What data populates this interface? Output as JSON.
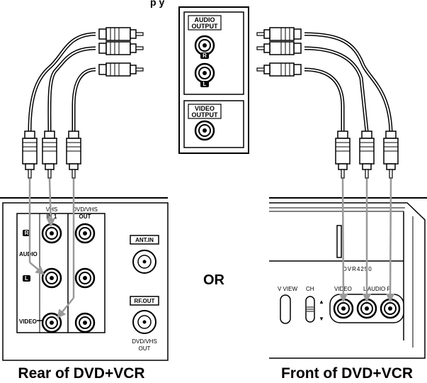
{
  "title_partial": "p                                    y",
  "output_panel": {
    "audio_label_1": "AUDIO",
    "audio_label_2": "OUTPUT",
    "right_badge": "R",
    "left_badge": "L",
    "video_label_1": "VIDEO",
    "video_label_2": "OUTPUT"
  },
  "rear_panel": {
    "vhs_in_1": "VHS",
    "vhs_in_2": "IN 1",
    "dvdvhs_out_1": "DVD/VHS",
    "dvdvhs_out_2": "OUT",
    "r_badge": "R",
    "l_badge": "L",
    "audio_label": "AUDIO",
    "video_label": "VIDEO",
    "ant_in": "ANT.IN",
    "rf_out": "RF.OUT",
    "rf_sub_1": "DVD/VHS",
    "rf_sub_2": "OUT"
  },
  "front_panel": {
    "model": "DVR4250",
    "v_view": "V VIEW",
    "ch": "CH",
    "video": "VIDEO",
    "audio_lr": "L AUDIO R"
  },
  "or_label": "OR",
  "caption_rear": "Rear of DVD+VCR",
  "caption_front": "Front of DVD+VCR"
}
